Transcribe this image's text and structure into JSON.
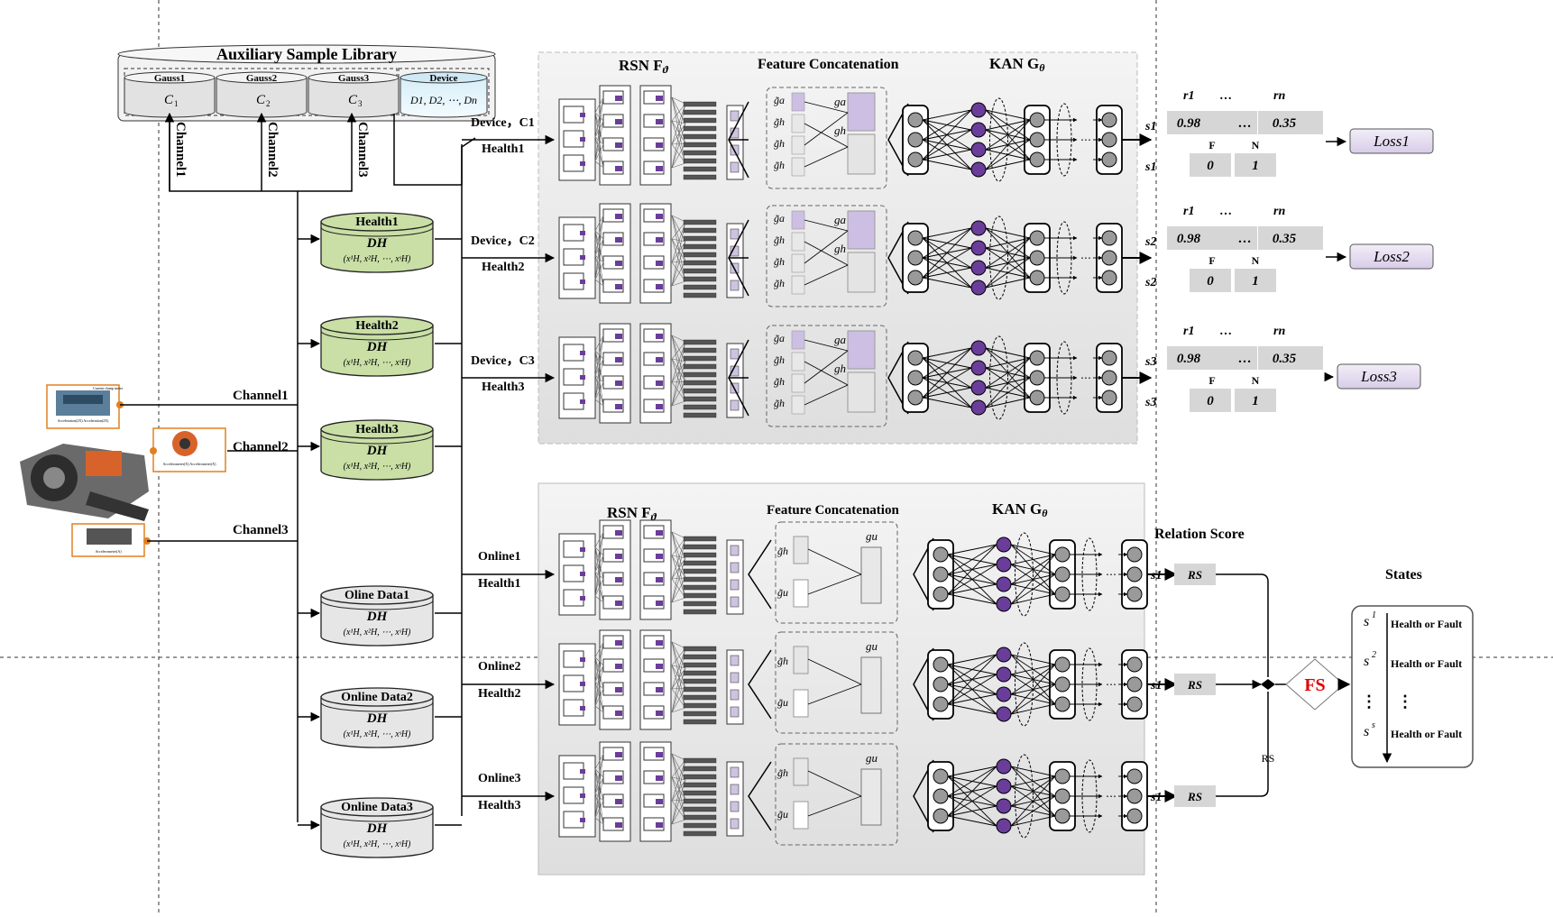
{
  "library": {
    "title": "Auxiliary Sample Library",
    "gauss": [
      {
        "name": "Gauss1",
        "sym": "C",
        "sub": "1"
      },
      {
        "name": "Gauss2",
        "sym": "C",
        "sub": "2"
      },
      {
        "name": "Gauss3",
        "sym": "C",
        "sub": "3"
      }
    ],
    "device": {
      "name": "Device",
      "formula": "D1, D2, ⋯, Dn"
    },
    "channel_labels": [
      "Channel1",
      "Channel2",
      "Channel3"
    ]
  },
  "sensors": {
    "labels": [
      "Channel1",
      "Channel2",
      "Channel3"
    ],
    "tag1": "Current clamp meter",
    "tag1b": "Acceleration(2X)  Acceleration(2X)",
    "tag2": "Accelerometer(X)  Accelerometer(X)",
    "tag3": "Accelerometer(A)"
  },
  "health_dbs": [
    {
      "title": "Health1",
      "sym": "DH",
      "formula": "(x¹H, x²H, ⋯, xˢH)"
    },
    {
      "title": "Health2",
      "sym": "DH",
      "formula": "(x¹H, x²H, ⋯, xˢH)"
    },
    {
      "title": "Health3",
      "sym": "DH",
      "formula": "(x¹H, x²H, ⋯, xˢH)"
    }
  ],
  "online_dbs": [
    {
      "title": "Oline Data1",
      "sym": "DH",
      "formula": "(x¹H, x²H, ⋯, xˢH)"
    },
    {
      "title": "Online Data2",
      "sym": "DH",
      "formula": "(x¹H, x²H, ⋯, xˢH)"
    },
    {
      "title": "Online Data3",
      "sym": "DH",
      "formula": "(x¹H, x²H, ⋯, xˢH)"
    }
  ],
  "training": {
    "rsn_label": "RSN F",
    "rsn_sub": "ϑ",
    "fc_label": "Feature Concatenation",
    "kan_label": "KAN G",
    "kan_sub": "θ",
    "feat_labels": [
      "g̃a",
      "g̃h",
      "g̃h",
      "g̃h"
    ],
    "concat_labels": [
      "ga",
      "gh"
    ],
    "rows": [
      {
        "line1": "Device，C1",
        "line2": "Health1"
      },
      {
        "line1": "Device，C2",
        "line2": "Health2"
      },
      {
        "line1": "Device，C3",
        "line2": "Health3"
      }
    ]
  },
  "testing": {
    "rsn_label": "RSN F",
    "rsn_sub": "ϑ",
    "fc_label": "Feature Concatenation",
    "kan_label": "KAN G",
    "kan_sub": "θ",
    "feat_labels": [
      "g̃h",
      "g̃u"
    ],
    "concat_label": "gu",
    "rows": [
      {
        "line1": "Online1",
        "line2": "Health1"
      },
      {
        "line1": "Online2",
        "line2": "Health2"
      },
      {
        "line1": "Online3",
        "line2": "Health3"
      }
    ]
  },
  "score_tables": [
    {
      "row_id": "s1",
      "h1": "r1",
      "h2": "…",
      "h3": "rn",
      "v1": "0.98",
      "v2": "…",
      "v3": "0.35",
      "f": "F",
      "n": "N",
      "bin_id": "s1",
      "b1": "0",
      "b2": "1",
      "loss": "Loss1"
    },
    {
      "row_id": "s2",
      "h1": "r1",
      "h2": "…",
      "h3": "rn",
      "v1": "0.98",
      "v2": "…",
      "v3": "0.35",
      "f": "F",
      "n": "N",
      "bin_id": "s2",
      "b1": "0",
      "b2": "1",
      "loss": "Loss2"
    },
    {
      "row_id": "s3",
      "h1": "r1",
      "h2": "…",
      "h3": "rn",
      "v1": "0.98",
      "v2": "…",
      "v3": "0.35",
      "f": "F",
      "n": "N",
      "bin_id": "s3",
      "b1": "0",
      "b2": "1",
      "loss": "Loss3"
    }
  ],
  "relation": {
    "title": "Relation Score",
    "rows": [
      {
        "id": "s1",
        "rs": "RS"
      },
      {
        "id": "s1",
        "rs": "RS"
      },
      {
        "id": "s1",
        "rs": "RS"
      }
    ],
    "fs": "FS",
    "rs_label": "RS"
  },
  "states": {
    "title": "States",
    "items": [
      {
        "sym": "s",
        "sup": "1",
        "text": "Health or Fault"
      },
      {
        "sym": "s",
        "sup": "2",
        "text": "Health or Fault"
      },
      {
        "sym": "s",
        "sup": "s",
        "text": "Health or Fault"
      }
    ],
    "dots": "⋮"
  },
  "colors": {
    "health_fill": "#c9dfa6",
    "online_fill": "#e6e6e6",
    "purple": "#6a3d9a",
    "loss_fill": "#e4dcf0",
    "fs_red": "#e00000",
    "panel_fill": "#efefef"
  }
}
